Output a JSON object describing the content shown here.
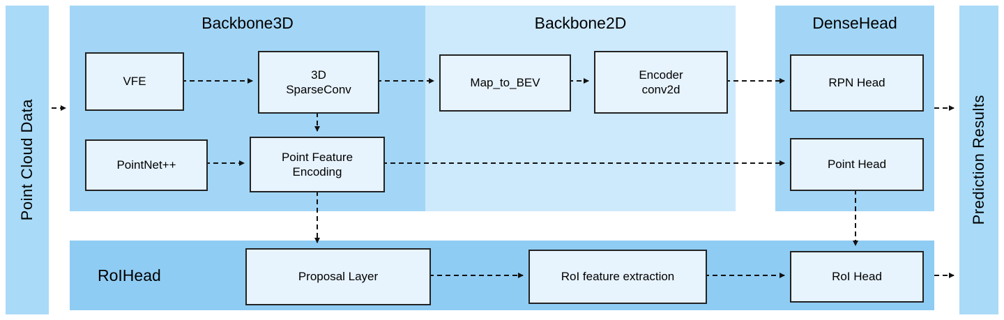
{
  "colors": {
    "side_bar": "#a9daf7",
    "backbone3d": "#a3d6f6",
    "backbone2d": "#cde9fc",
    "densehead": "#a3d6f6",
    "roihead": "#8fccf3",
    "node_fill": "#e7f3fd",
    "node_border": "#222222"
  },
  "side_bars": {
    "left": "Point Cloud Data",
    "right": "Prediction Results"
  },
  "regions": {
    "backbone3d": "Backbone3D",
    "backbone2d": "Backbone2D",
    "densehead": "DenseHead",
    "roihead": "RoIHead"
  },
  "nodes": {
    "vfe": "VFE",
    "sparseconv": "3D\nSparseConv",
    "pointnet": "PointNet++",
    "point_feature_encoding": "Point Feature\nEncoding",
    "map_to_bev": "Map_to_BEV",
    "encoder_conv2d": "Encoder\nconv2d",
    "rpn_head": "RPN Head",
    "point_head": "Point Head",
    "proposal_layer": "Proposal Layer",
    "roi_feature_extraction": "RoI feature extraction",
    "roi_head": "RoI Head"
  }
}
